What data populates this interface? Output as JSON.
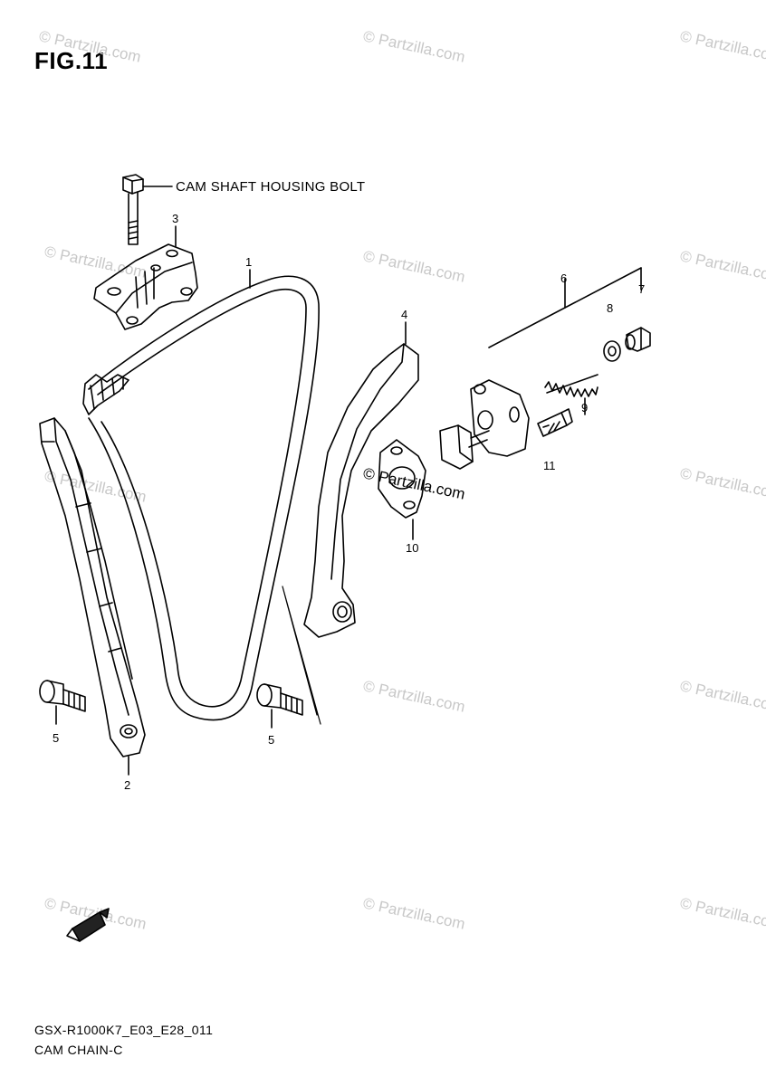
{
  "figure": {
    "title": "FIG.11"
  },
  "labels": {
    "housing_bolt": "CAM SHAFT HOUSING BOLT"
  },
  "callouts": {
    "p1": "1",
    "p2": "2",
    "p3": "3",
    "p4": "4",
    "p5a": "5",
    "p5b": "5",
    "p6": "6",
    "p7": "7",
    "p8": "8",
    "p9": "9",
    "p10": "10",
    "p11": "11"
  },
  "footer": {
    "model_code": "GSX-R1000K7_E03_E28_011",
    "section": "CAM CHAIN-C"
  },
  "watermark": {
    "text": "© Partzilla.com"
  },
  "icons": {
    "front_arrow": "FWD"
  }
}
